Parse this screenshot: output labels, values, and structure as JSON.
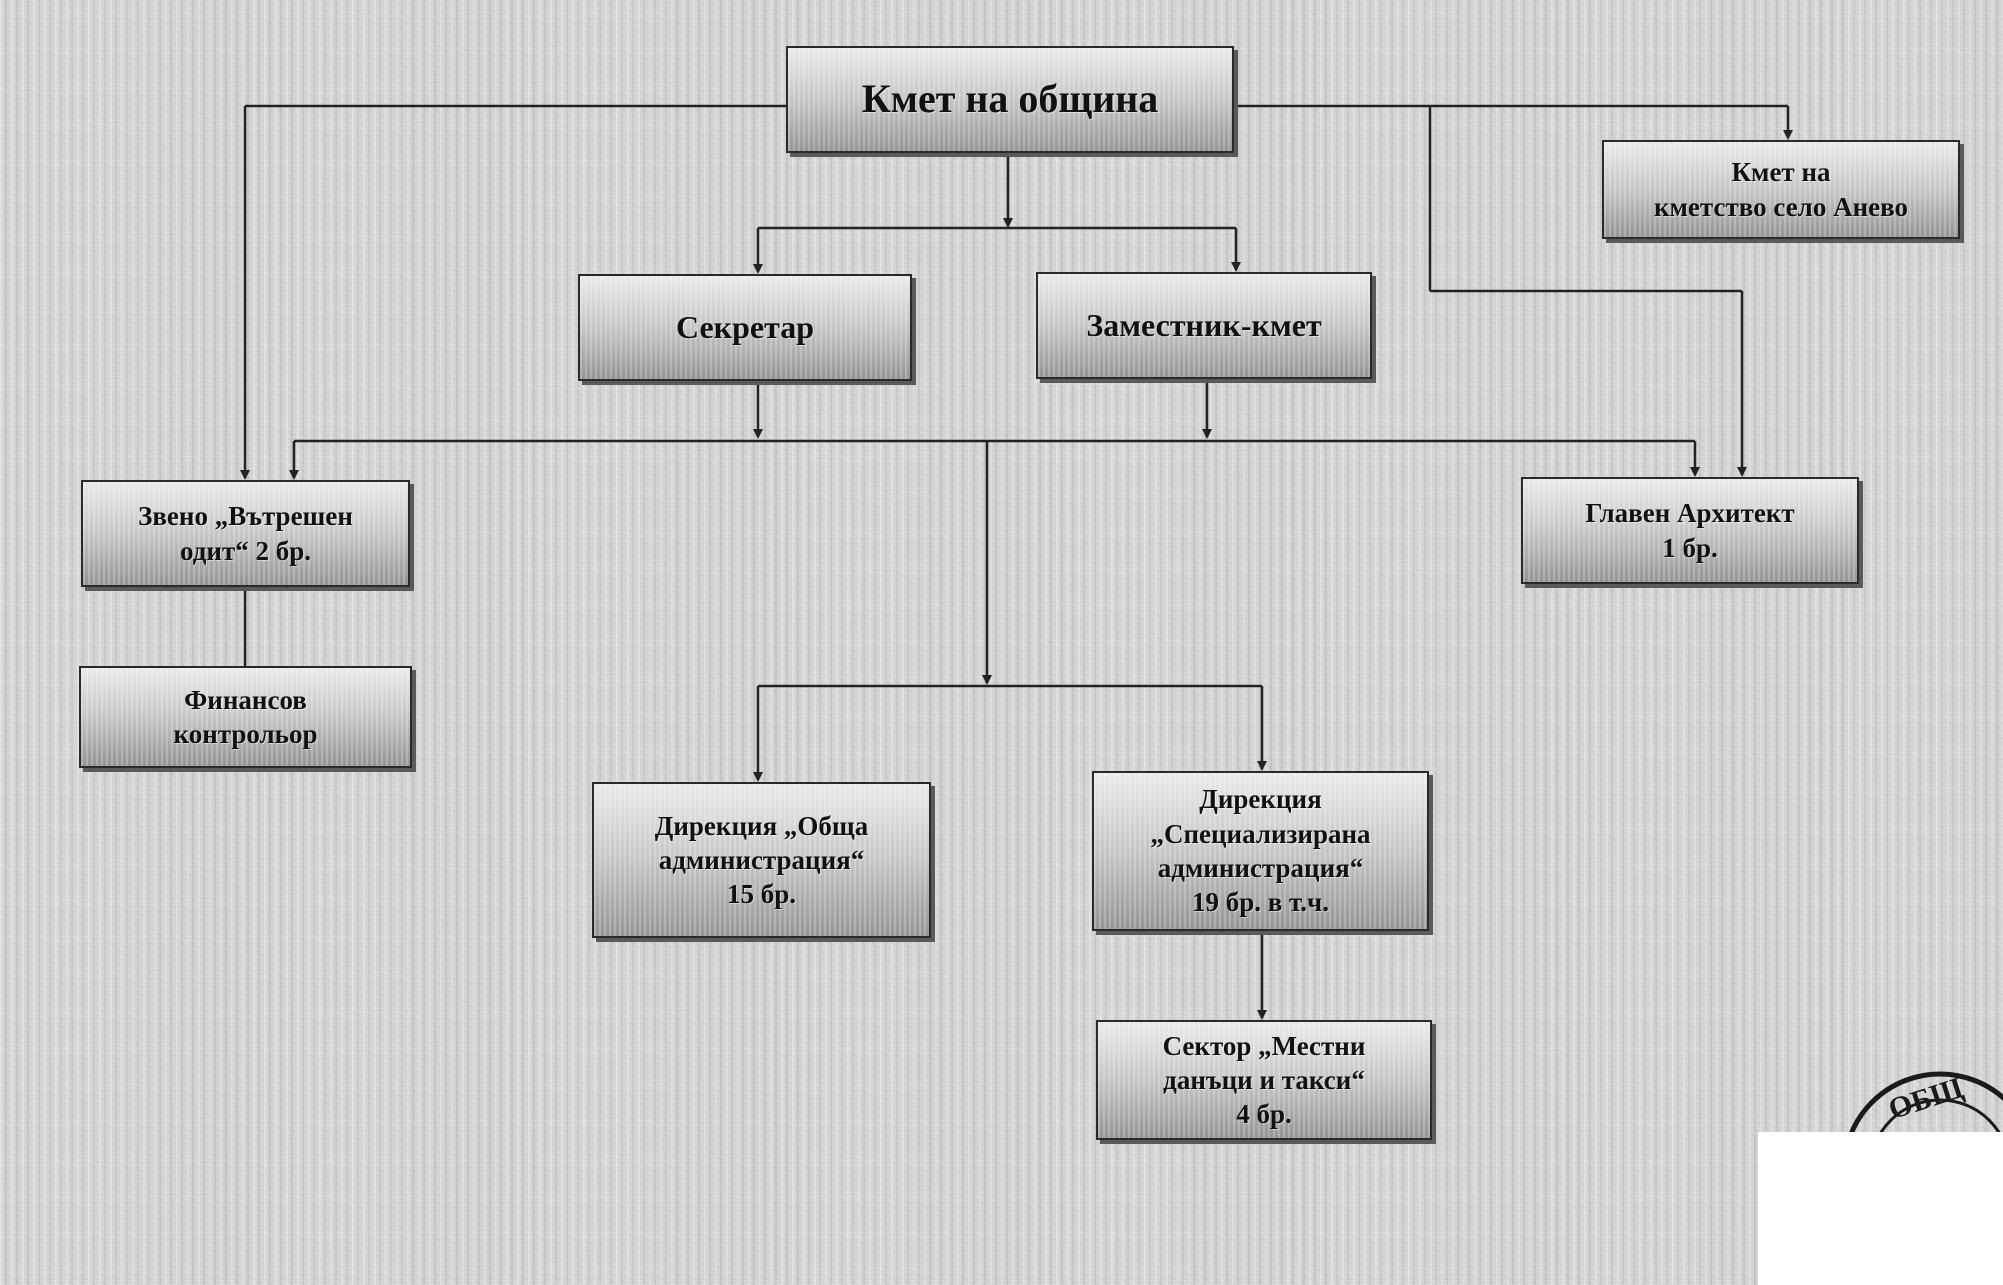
{
  "org_chart": {
    "mayor": "Кмет на община",
    "village_mayor": "Кмет на\nкметство село Анево",
    "secretary": "Секретар",
    "deputy_mayor": "Заместник-кмет",
    "internal_audit": "Звено „Вътрешен\nодит“ 2 бр.",
    "chief_architect": "Главен Архитект\n1 бр.",
    "financial_controller": "Финансов\nконтрольор",
    "general_administration": "Дирекция „Обща\nадминистрация“\n15 бр.",
    "specialized_administration": "Дирекция\n„Специализирана\nадминистрация“\n19 бр. в т.ч.",
    "local_taxes_sector": "Сектор „Местни\nданъци и такси“\n4 бр."
  },
  "seal": {
    "text": "ОБЩ"
  }
}
